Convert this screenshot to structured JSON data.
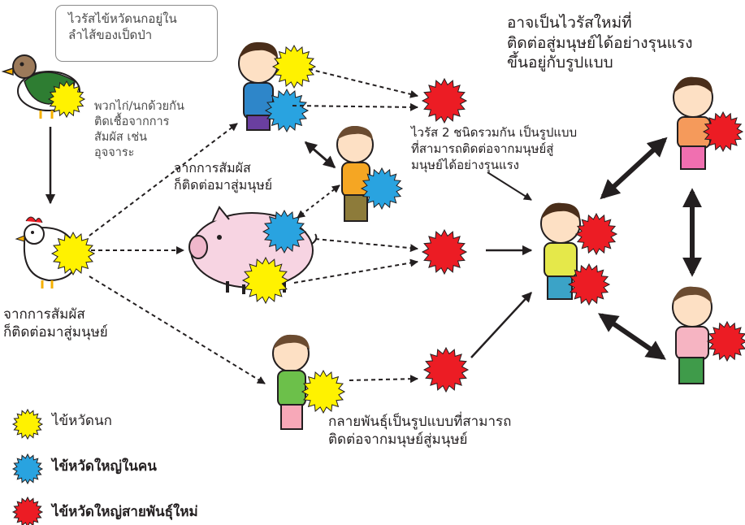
{
  "labels": {
    "virus_in_duck": "ไวรัสไข้หวัดนกอยู่ใน\nลำไส้ของเป็ดป่า",
    "chicken_infected": "พวกไก่/นกด้วยกัน\nติดเชื้อจากการ\nสัมผัส เช่น\nอุจจาระ",
    "contact_human_top": "จากการสัมผัส\nก็ติดต่อมาสู่มนุษย์",
    "contact_human_left": "จากการสัมผัส\nก็ติดต่อมาสู่มนุษย์",
    "reassortment": "ไวรัส 2 ชนิดรวมกัน เป็นรูปแบบ\nที่สามารถติดต่อจากมนุษย์สู่\nมนุษย์ได้อย่างรุนแรง",
    "new_virus": "อาจเป็นไวรัสใหม่ที่\nติดต่อสู่มนุษย์ได้อย่างรุนแรง\nขึ้นอยู่กับรูปแบบ",
    "mutation": "กลายพันธุ์เป็นรูปแบบที่สามารถ\nติดต่อจากมนุษย์สู่มนุษย์"
  },
  "legend": [
    {
      "label": "ไข้หวัดนก",
      "color": "#fff200",
      "icon": "yellow-virus-icon"
    },
    {
      "label": "ไข้หวัดใหญ่ในคน",
      "color": "#29a3e0",
      "icon": "blue-virus-icon"
    },
    {
      "label": "ไข้หวัดใหญ่สายพันธุ์ใหม่",
      "color": "#ec1c24",
      "icon": "red-virus-icon"
    }
  ],
  "colors": {
    "bird_flu": "#fff200",
    "human_flu": "#29a3e0",
    "new_flu": "#ec1c24",
    "pig": "#f7d4e2",
    "arrow": "#231f20"
  }
}
